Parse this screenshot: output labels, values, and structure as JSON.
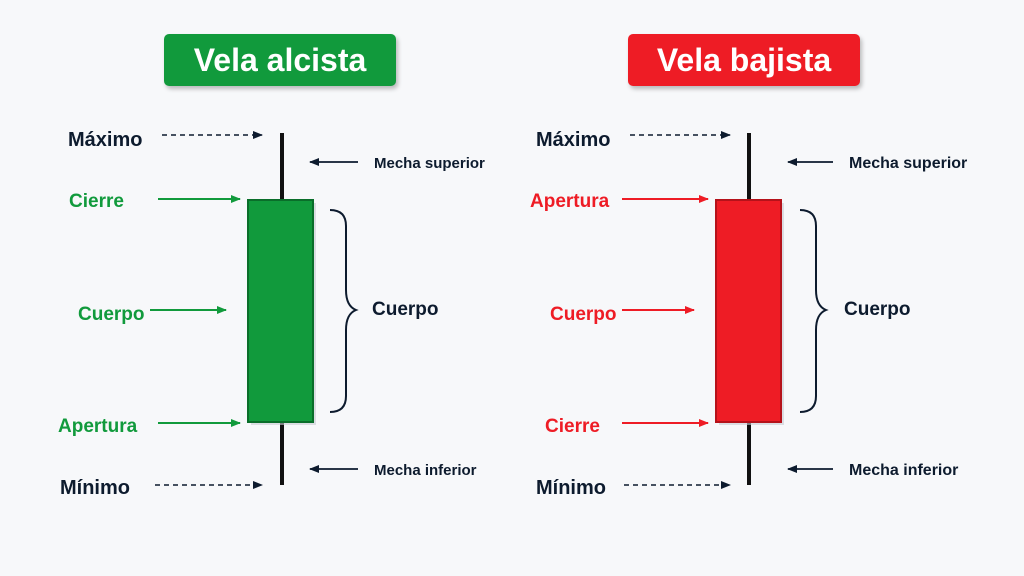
{
  "colors": {
    "bull": "#119a3c",
    "bear": "#ee1c25",
    "text": "#0d1b2e",
    "wick": "#111111"
  },
  "bullish": {
    "title": "Vela alcista",
    "high_label": "Máximo",
    "close_label": "Cierre",
    "body_label": "Cuerpo",
    "open_label": "Apertura",
    "low_label": "Mínimo",
    "upper_wick_label": "Mecha superior",
    "lower_wick_label": "Mecha inferior",
    "brace_label": "Cuerpo"
  },
  "bearish": {
    "title": "Vela bajista",
    "high_label": "Máximo",
    "open_label": "Apertura",
    "body_label": "Cuerpo",
    "close_label": "Cierre",
    "low_label": "Mínimo",
    "upper_wick_label": "Mecha superior",
    "lower_wick_label": "Mecha inferior",
    "brace_label": "Cuerpo"
  }
}
